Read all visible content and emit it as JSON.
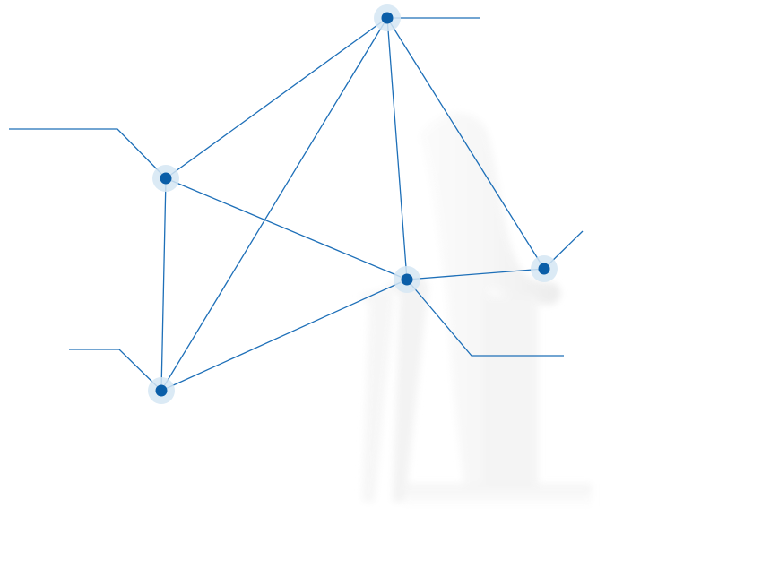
{
  "diagram": {
    "colors": {
      "line": "#1d6fb8",
      "node": "#0a5ea8",
      "node_halo": "#d5e6f3",
      "silhouette_light": "#f7f7f7",
      "silhouette_mid": "#eeeeee",
      "background": "#ffffff"
    },
    "nodes": [
      {
        "id": "top",
        "label": ""
      },
      {
        "id": "left-upper",
        "label": ""
      },
      {
        "id": "left-lower",
        "label": ""
      },
      {
        "id": "center",
        "label": ""
      },
      {
        "id": "right",
        "label": ""
      }
    ],
    "edges": [
      {
        "from": "top",
        "to": "left-upper"
      },
      {
        "from": "top",
        "to": "left-lower"
      },
      {
        "from": "top",
        "to": "center"
      },
      {
        "from": "top",
        "to": "right"
      },
      {
        "from": "left-upper",
        "to": "left-lower"
      },
      {
        "from": "left-upper",
        "to": "center"
      },
      {
        "from": "left-lower",
        "to": "center"
      },
      {
        "from": "center",
        "to": "right"
      }
    ],
    "callouts": [
      {
        "node": "top",
        "text": ""
      },
      {
        "node": "left-upper",
        "text": ""
      },
      {
        "node": "left-lower",
        "text": ""
      },
      {
        "node": "center",
        "text": ""
      },
      {
        "node": "right",
        "text": ""
      }
    ],
    "figure": "person-with-walker-silhouette"
  }
}
